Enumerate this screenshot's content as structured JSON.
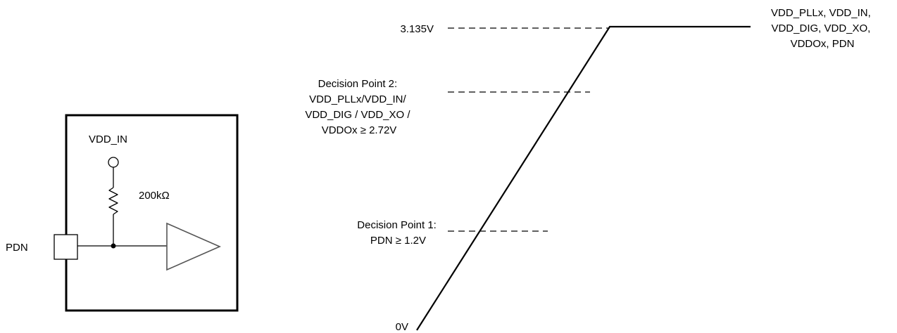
{
  "circuit": {
    "supply_label": "VDD_IN",
    "resistor_label": "200kΩ",
    "pin_label": "PDN"
  },
  "waveform": {
    "v_top_label": "3.135V",
    "v_bottom_label": "0V",
    "trace_label_lines": [
      "VDD_PLLx, VDD_IN,",
      "VDD_DIG, VDD_XO,",
      "VDDOx, PDN"
    ],
    "decision_point_2_lines": [
      "Decision Point 2:",
      "VDD_PLLx/VDD_IN/",
      "VDD_DIG / VDD_XO /",
      "VDDOx ≥ 2.72V"
    ],
    "decision_point_1_lines": [
      "Decision Point 1:",
      "PDN ≥ 1.2V"
    ]
  }
}
